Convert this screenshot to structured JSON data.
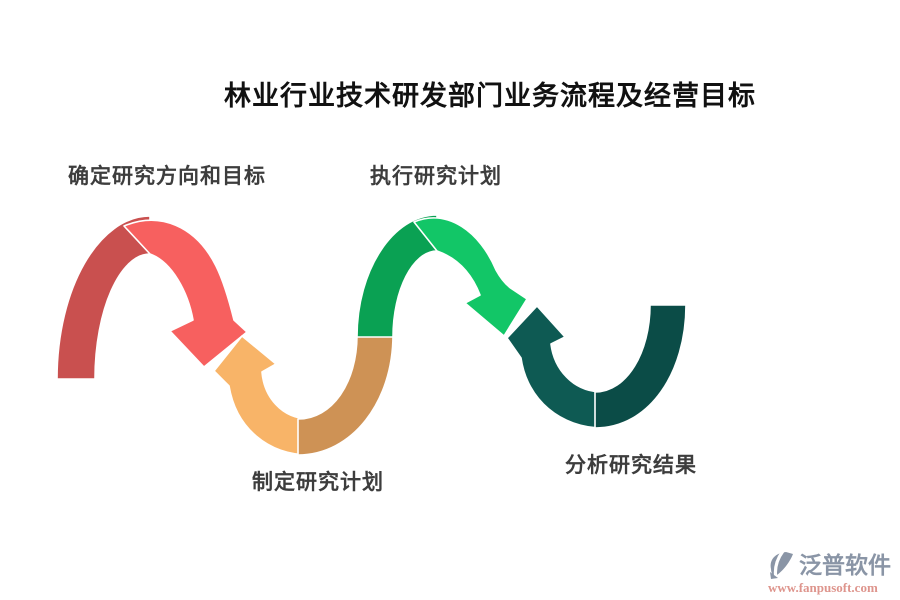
{
  "title": "林业行业技术研发部门业务流程及经营目标",
  "steps": [
    {
      "label": "确定研究方向和目标",
      "shape": "arch-arrow-down",
      "color_dark": "#c9504f",
      "color_light": "#f7605f"
    },
    {
      "label": "制定研究计划",
      "shape": "valley-arrow-up",
      "color_light": "#f8b468",
      "color_dark": "#ce9255"
    },
    {
      "label": "执行研究计划",
      "shape": "arch-arrow-down",
      "color_dark": "#0aa153",
      "color_light": "#12c667"
    },
    {
      "label": "分析研究结果",
      "shape": "valley-arrow-up",
      "color_light": "#0e5a53",
      "color_dark": "#0b4c47"
    }
  ],
  "watermark": {
    "brand": "泛普软件",
    "url": "www.fanpusoft.com",
    "brand_color": "#8a95a6",
    "url_color": "#de958d"
  },
  "colors": {
    "background": "#ffffff",
    "title_text": "#111111",
    "label_text": "#3d3d3d",
    "seam": "#ffffff"
  }
}
